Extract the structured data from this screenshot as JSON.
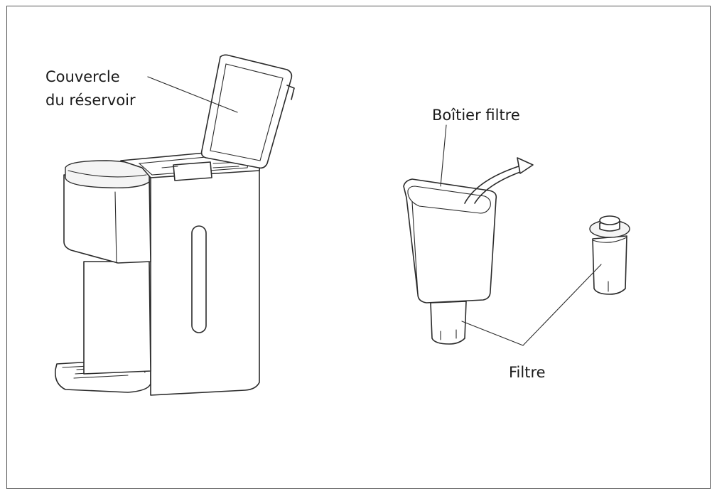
{
  "labels": {
    "lid_line1": "Couvercle",
    "lid_line2": "du réservoir",
    "filter_housing": "Boîtier filtre",
    "filter": "Filtre"
  },
  "colors": {
    "line": "#2b2b2b",
    "frame": "#555555",
    "background": "#ffffff"
  }
}
